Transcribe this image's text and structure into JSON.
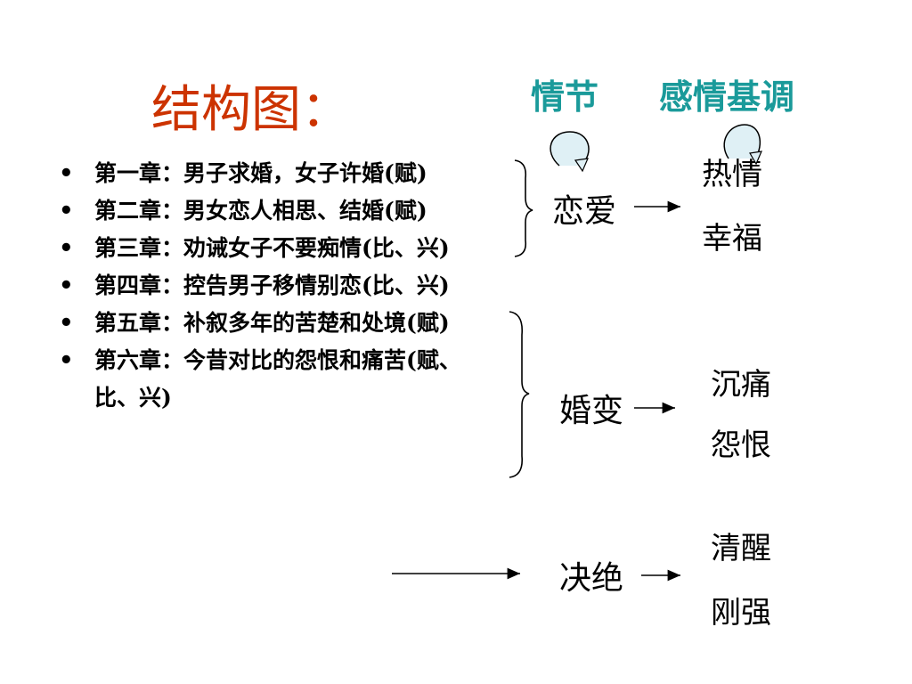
{
  "title": "结构图：",
  "headers": {
    "plot": "情节",
    "tone": "感情基调"
  },
  "chapters": [
    "第一章：男子求婚，女子许婚(赋)",
    "第二章：男女恋人相思、结婚(赋)",
    "第三章：劝诫女子不要痴情(比、兴)",
    "第四章：控告男子移情别恋(比、兴)",
    "第五章：补叙多年的苦楚和处境(赋)",
    "第六章：今昔对比的怨恨和痛苦(赋、比、兴)"
  ],
  "stages": [
    {
      "label": "恋爱",
      "tones": [
        "热情",
        "幸福"
      ]
    },
    {
      "label": "婚变",
      "tones": [
        "沉痛",
        "怨恨"
      ]
    },
    {
      "label": "决绝",
      "tones": [
        "清醒",
        "刚强"
      ]
    }
  ],
  "colors": {
    "title": "#cc3300",
    "header": "#1a9a9a"
  }
}
